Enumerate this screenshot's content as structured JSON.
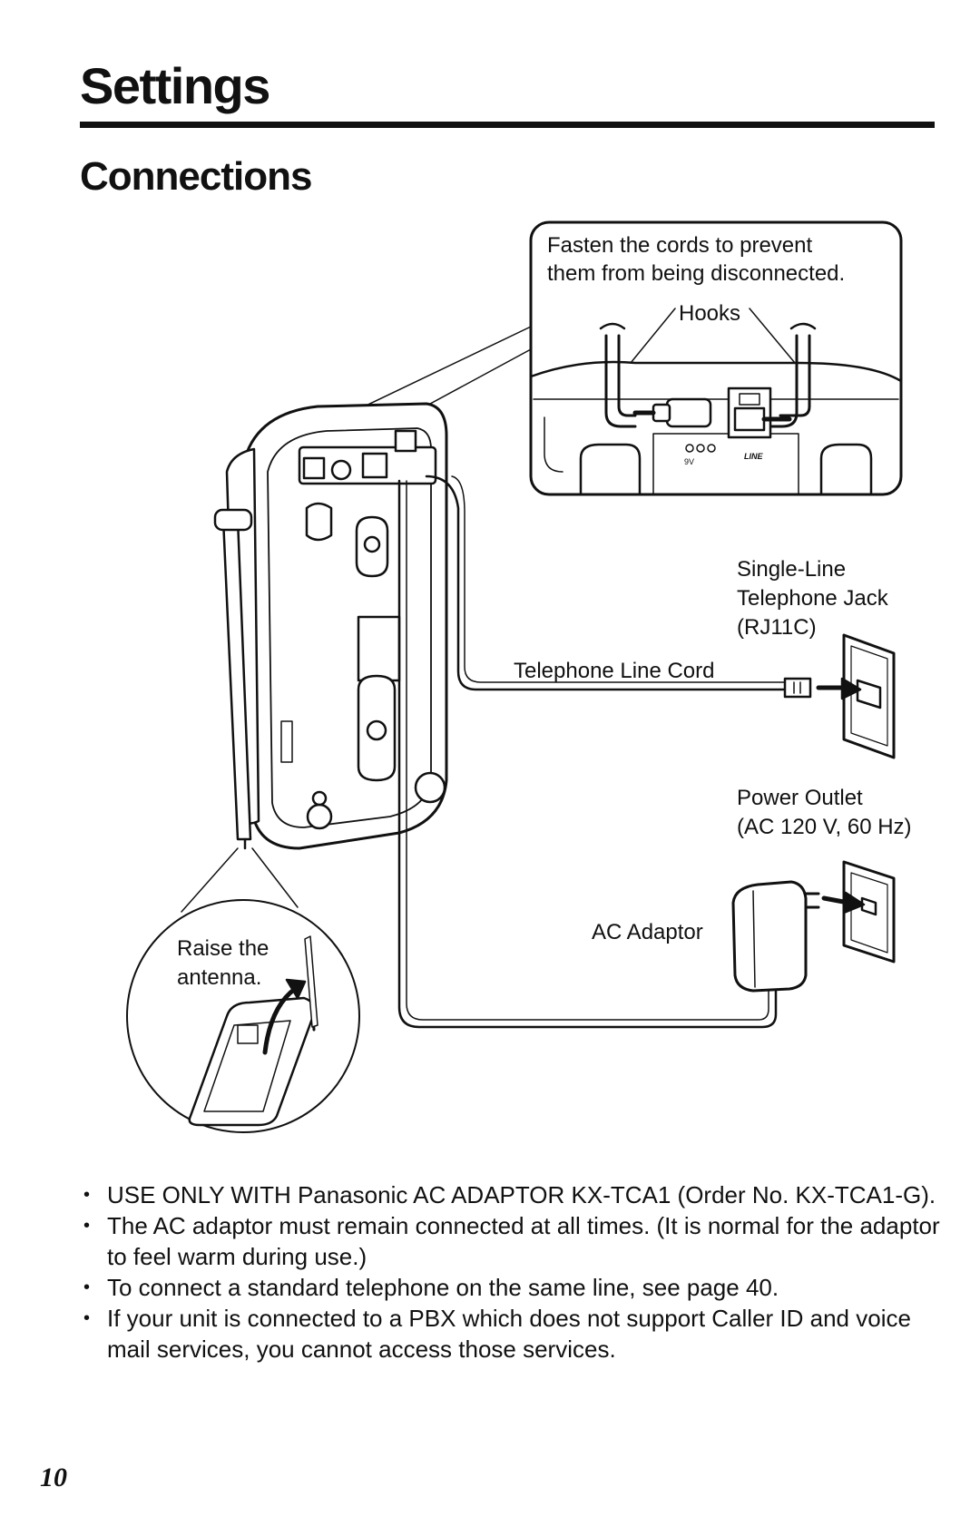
{
  "header": {
    "title": "Settings",
    "subtitle": "Connections"
  },
  "diagram": {
    "callout_text_line1": "Fasten the cords to prevent",
    "callout_text_line2": "them from being disconnected.",
    "hooks_label": "Hooks",
    "jack_label_line1": "Single-Line",
    "jack_label_line2": "Telephone Jack",
    "jack_label_line3": "(RJ11C)",
    "line_cord_label": "Telephone Line Cord",
    "outlet_label_line1": "Power Outlet",
    "outlet_label_line2": "(AC 120 V, 60 Hz)",
    "adaptor_label": "AC Adaptor",
    "antenna_label_line1": "Raise the",
    "antenna_label_line2": "antenna.",
    "base_marking_dc": "9V",
    "base_marking_line": "LINE"
  },
  "notes": [
    "USE ONLY WITH Panasonic AC ADAPTOR KX-TCA1 (Order No. KX-TCA1-G).",
    "The AC adaptor must remain connected at all times. (It is normal for the adaptor to feel warm during use.)",
    "To connect a standard telephone on the same line, see page 40.",
    "If your unit is connected to a PBX which does not support Caller ID and voice mail services, you cannot access those services."
  ],
  "footer": {
    "page_number": "10"
  }
}
